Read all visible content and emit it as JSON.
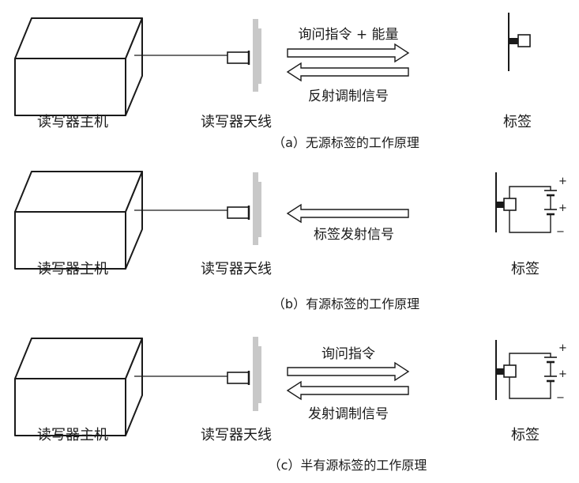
{
  "labels": {
    "reader_host": "读写器主机",
    "reader_antenna": "读写器天线",
    "tag": "标签"
  },
  "panels": [
    {
      "id": "a",
      "caption": "（a）无源标签的工作原理",
      "arrow_right_label": "询问指令 + 能量",
      "arrow_left_label": "反射调制信号",
      "has_battery": false
    },
    {
      "id": "b",
      "caption": "（b）有源标签的工作原理",
      "arrow_right_label": "",
      "arrow_left_label": "标签发射信号",
      "has_battery": true
    },
    {
      "id": "c",
      "caption": "（c）半有源标签的工作原理",
      "arrow_right_label": "询问指令",
      "arrow_left_label": "发射调制信号",
      "has_battery": true
    }
  ],
  "battery_signs": {
    "plus": "+",
    "minus": "−"
  },
  "colors": {
    "stroke": "#1a1a1a",
    "antenna_plate": "#c8c8c8",
    "background": "#ffffff"
  }
}
